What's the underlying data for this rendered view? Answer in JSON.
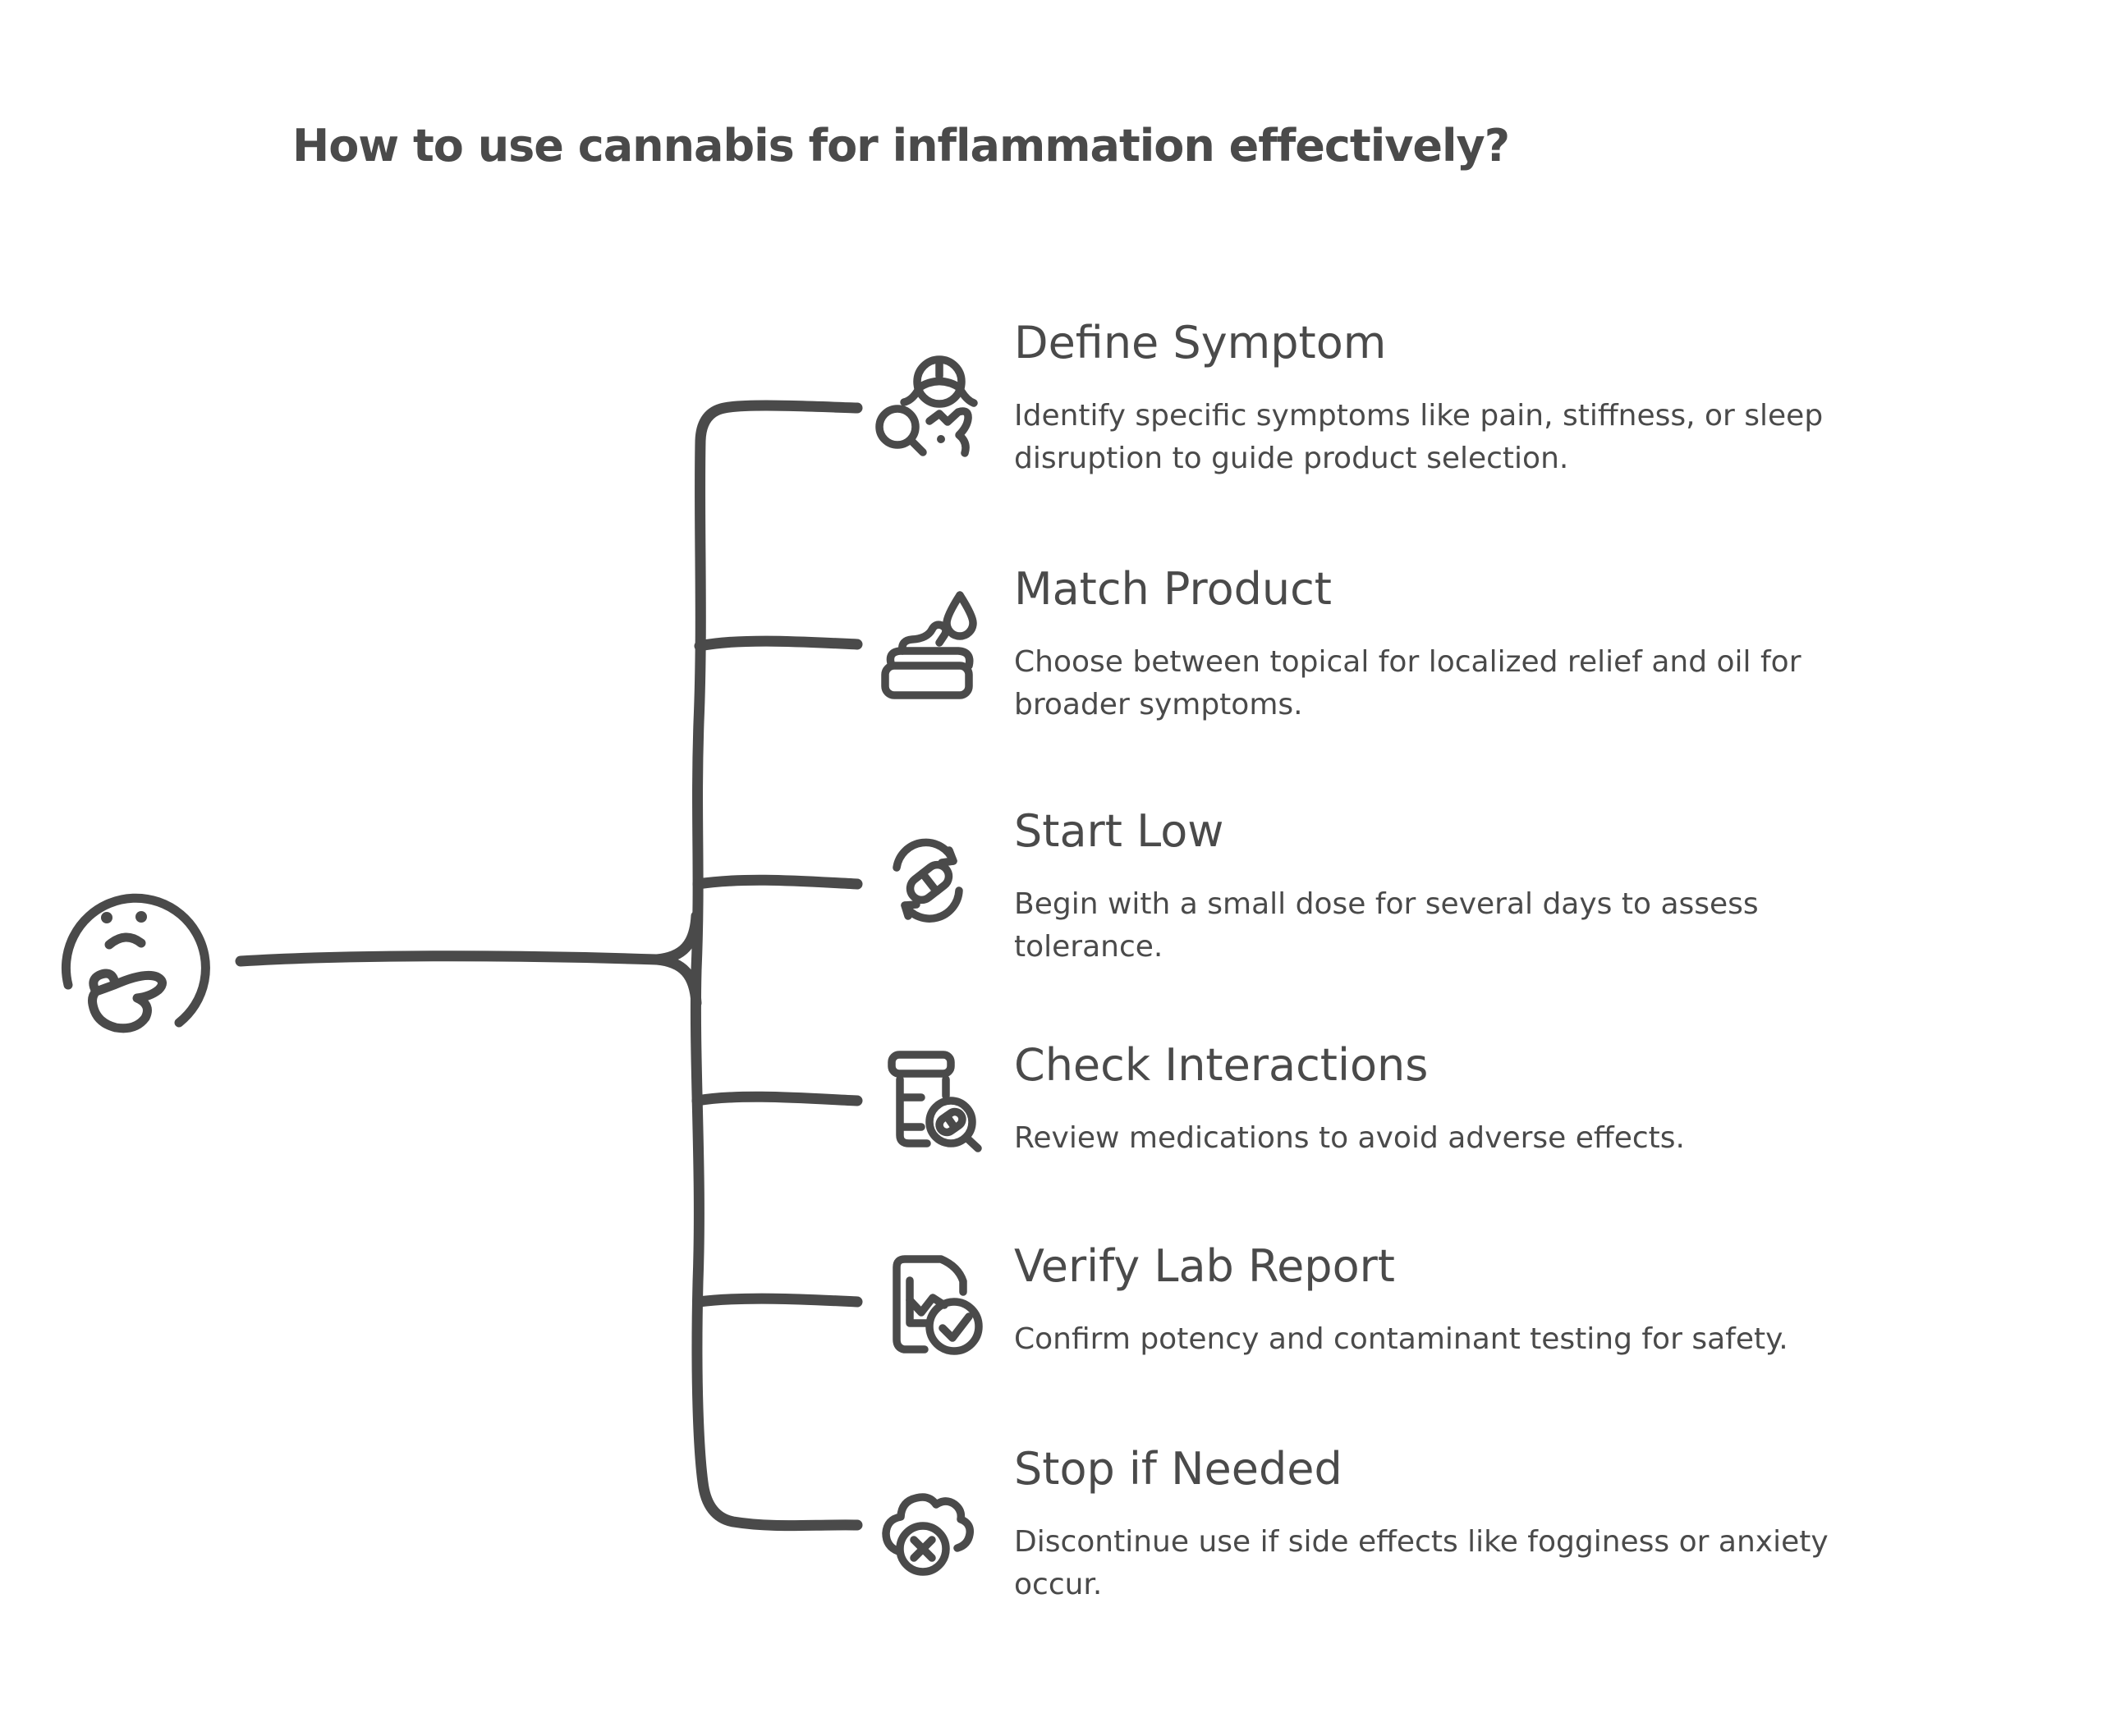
{
  "page": {
    "title": "How to use cannabis for inflammation effectively?",
    "background": "#ffffff",
    "ink": "#4a4a4a"
  },
  "mindmap": {
    "root_icon": "thinking-face-icon",
    "items": [
      {
        "title": "Define Symptom",
        "icon": "symptom-search-icon",
        "description_lines": [
          "Identify specific symptoms like pain, stiffness, or sleep",
          "disruption to guide product selection."
        ]
      },
      {
        "title": "Match Product",
        "icon": "topical-cream-oil-icon",
        "description_lines": [
          "Choose between topical for localized relief and oil for",
          "broader symptoms."
        ]
      },
      {
        "title": "Start Low",
        "icon": "dose-cycle-icon",
        "description_lines": [
          "Begin with a small dose for several days to assess",
          "tolerance."
        ]
      },
      {
        "title": "Check Interactions",
        "icon": "medication-review-icon",
        "description_lines": [
          "Review medications to avoid adverse effects."
        ]
      },
      {
        "title": "Verify Lab Report",
        "icon": "lab-report-check-icon",
        "description_lines": [
          "Confirm potency and contaminant testing for safety."
        ]
      },
      {
        "title": "Stop if Needed",
        "icon": "fog-stop-icon",
        "description_lines": [
          "Discontinue use if side effects like fogginess or anxiety",
          "occur."
        ]
      }
    ]
  }
}
